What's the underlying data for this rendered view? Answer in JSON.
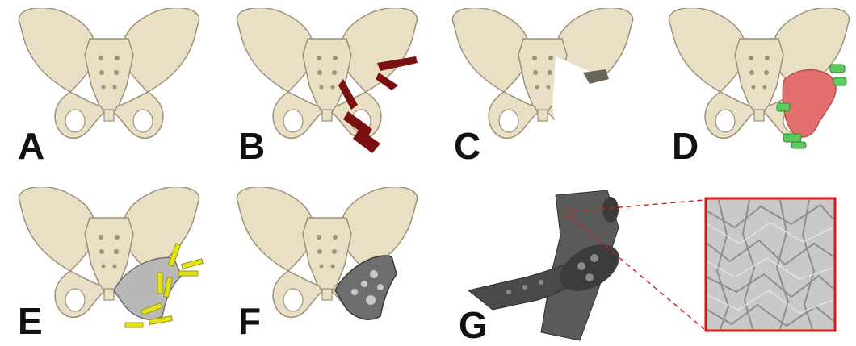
{
  "panels": [
    {
      "id": "A",
      "label": "A"
    },
    {
      "id": "B",
      "label": "B"
    },
    {
      "id": "C",
      "label": "C"
    },
    {
      "id": "D",
      "label": "D"
    },
    {
      "id": "E",
      "label": "E"
    },
    {
      "id": "F",
      "label": "F"
    },
    {
      "id": "G",
      "label": "G"
    }
  ],
  "colors": {
    "bone": "#e8dfc4",
    "bone_edge": "#9d917a",
    "cut_plane": "#7b1010",
    "tumor_region": "#e46f6f",
    "guide_green": "#5ec95e",
    "screw_yellow": "#e3e11b",
    "implant_gray": "#6e6e6e",
    "zoom_frame": "#d21a1a"
  },
  "icons": [
    "pelvis-icon",
    "resection-plane-icon",
    "tumor-icon",
    "cutting-guide-icon",
    "screw-icon",
    "implant-icon",
    "lattice-icon"
  ]
}
